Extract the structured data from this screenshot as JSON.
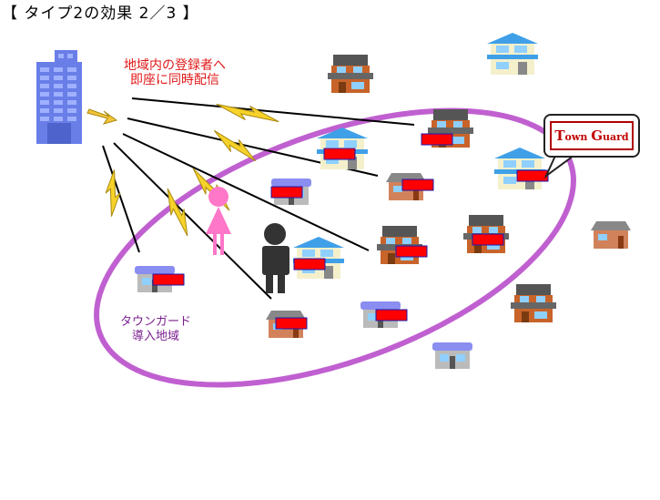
{
  "title": "【 タイプ2の効果 2／3 】",
  "broadcast_caption": [
    "地域内の登録者へ",
    "即座に同時配信"
  ],
  "area_caption": [
    "タウンガード",
    "導入地域"
  ],
  "brand": {
    "first_letter_1": "T",
    "rest_1": "own ",
    "first_letter_2": "G",
    "rest_2": "uard"
  },
  "colors": {
    "area_ellipse": "#c060d0",
    "lightning": "#f7d22a",
    "lightning_stroke": "#a98a10",
    "signal_line": "#000000",
    "registered_tag": "#ff0000",
    "building": "#6a7ee8",
    "person_registered": "#ff77c8",
    "person_unregistered": "#333333"
  },
  "icons": [
    "building-icon",
    "lightning-icon",
    "house-icon",
    "person-icon",
    "registered-tag",
    "speech-callout"
  ]
}
